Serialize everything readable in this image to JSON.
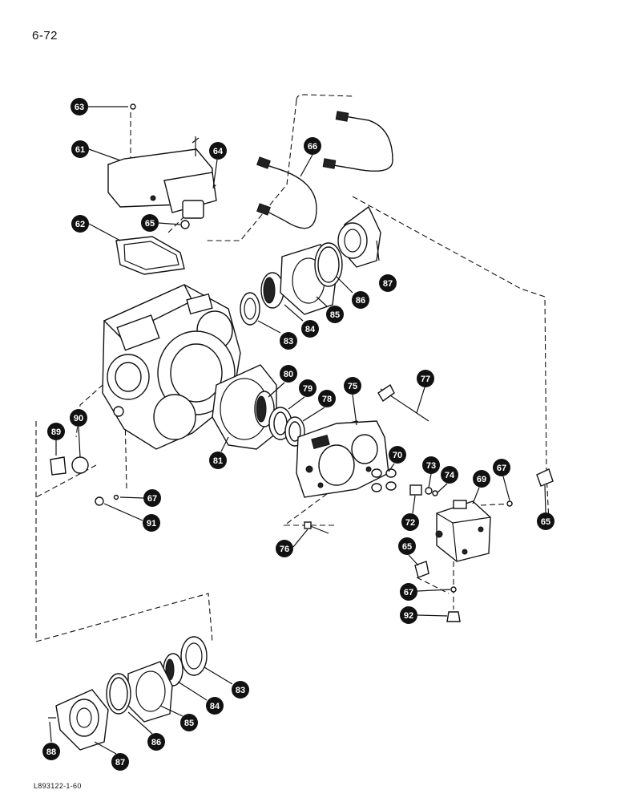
{
  "page": {
    "number": "6-72",
    "ref_code": "L893122-1-60"
  },
  "callouts": [
    "63",
    "61",
    "64",
    "66",
    "65",
    "62",
    "87",
    "86",
    "85",
    "84",
    "83",
    "80",
    "79",
    "78",
    "75",
    "77",
    "89",
    "90",
    "81",
    "70",
    "73",
    "74",
    "69",
    "67",
    "67",
    "91",
    "72",
    "65",
    "76",
    "65",
    "67",
    "92",
    "83",
    "84",
    "85",
    "86",
    "87",
    "88"
  ]
}
